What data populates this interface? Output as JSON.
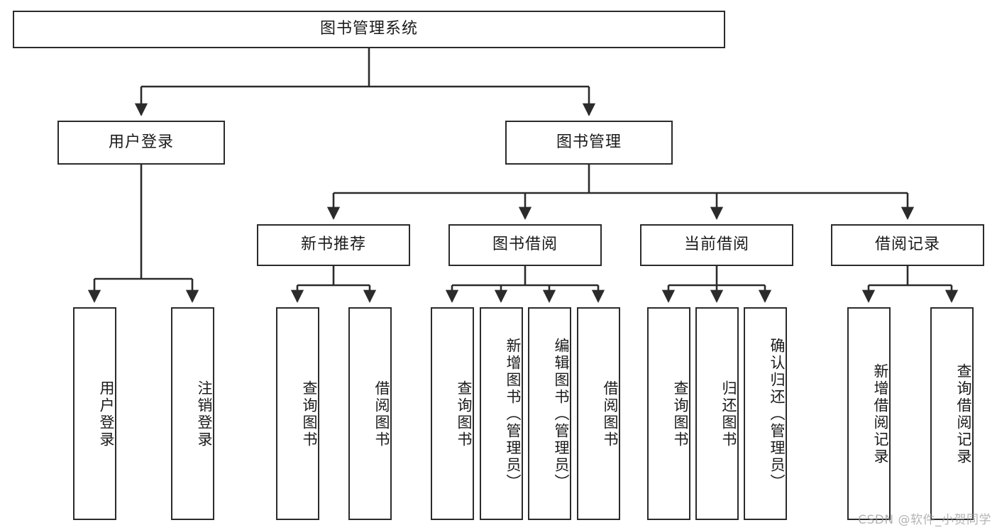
{
  "diagram": {
    "title": "图书管理系统",
    "type": "hierarchy-tree",
    "watermark": "CSDN @软件_小贺同学",
    "colors": {
      "box_border": "#2b2b2b",
      "box_fill": "#ffffff",
      "connector": "#2b2b2b",
      "text": "#1a1a1a",
      "watermark": "#9a9a9a"
    },
    "levels": {
      "root": {
        "label": "图书管理系统"
      },
      "level2": [
        {
          "id": "login",
          "label": "用户登录"
        },
        {
          "id": "book-mgmt",
          "label": "图书管理"
        }
      ],
      "level3": [
        {
          "id": "new-book-rec",
          "label": "新书推荐",
          "parent": "book-mgmt"
        },
        {
          "id": "book-borrow",
          "label": "图书借阅",
          "parent": "book-mgmt"
        },
        {
          "id": "current-borrow",
          "label": "当前借阅",
          "parent": "book-mgmt"
        },
        {
          "id": "borrow-record",
          "label": "借阅记录",
          "parent": "book-mgmt"
        }
      ],
      "leaves": [
        {
          "id": "leaf-1",
          "label": "用户登录",
          "parent": "login"
        },
        {
          "id": "leaf-2",
          "label": "注销登录",
          "parent": "login"
        },
        {
          "id": "leaf-3",
          "label": "查询图书",
          "parent": "new-book-rec"
        },
        {
          "id": "leaf-4",
          "label": "借阅图书",
          "parent": "new-book-rec"
        },
        {
          "id": "leaf-5",
          "label": "查询图书",
          "parent": "book-borrow"
        },
        {
          "id": "leaf-6",
          "label": "新增图书（管理员）",
          "parent": "book-borrow"
        },
        {
          "id": "leaf-7",
          "label": "编辑图书（管理员）",
          "parent": "book-borrow"
        },
        {
          "id": "leaf-8",
          "label": "借阅图书",
          "parent": "book-borrow"
        },
        {
          "id": "leaf-9",
          "label": "查询图书",
          "parent": "current-borrow"
        },
        {
          "id": "leaf-10",
          "label": "归还图书",
          "parent": "current-borrow"
        },
        {
          "id": "leaf-11",
          "label": "确认归还（管理员）",
          "parent": "current-borrow"
        },
        {
          "id": "leaf-12",
          "label": "新增借阅记录",
          "parent": "borrow-record"
        },
        {
          "id": "leaf-13",
          "label": "查询借阅记录",
          "parent": "borrow-record"
        }
      ]
    }
  }
}
